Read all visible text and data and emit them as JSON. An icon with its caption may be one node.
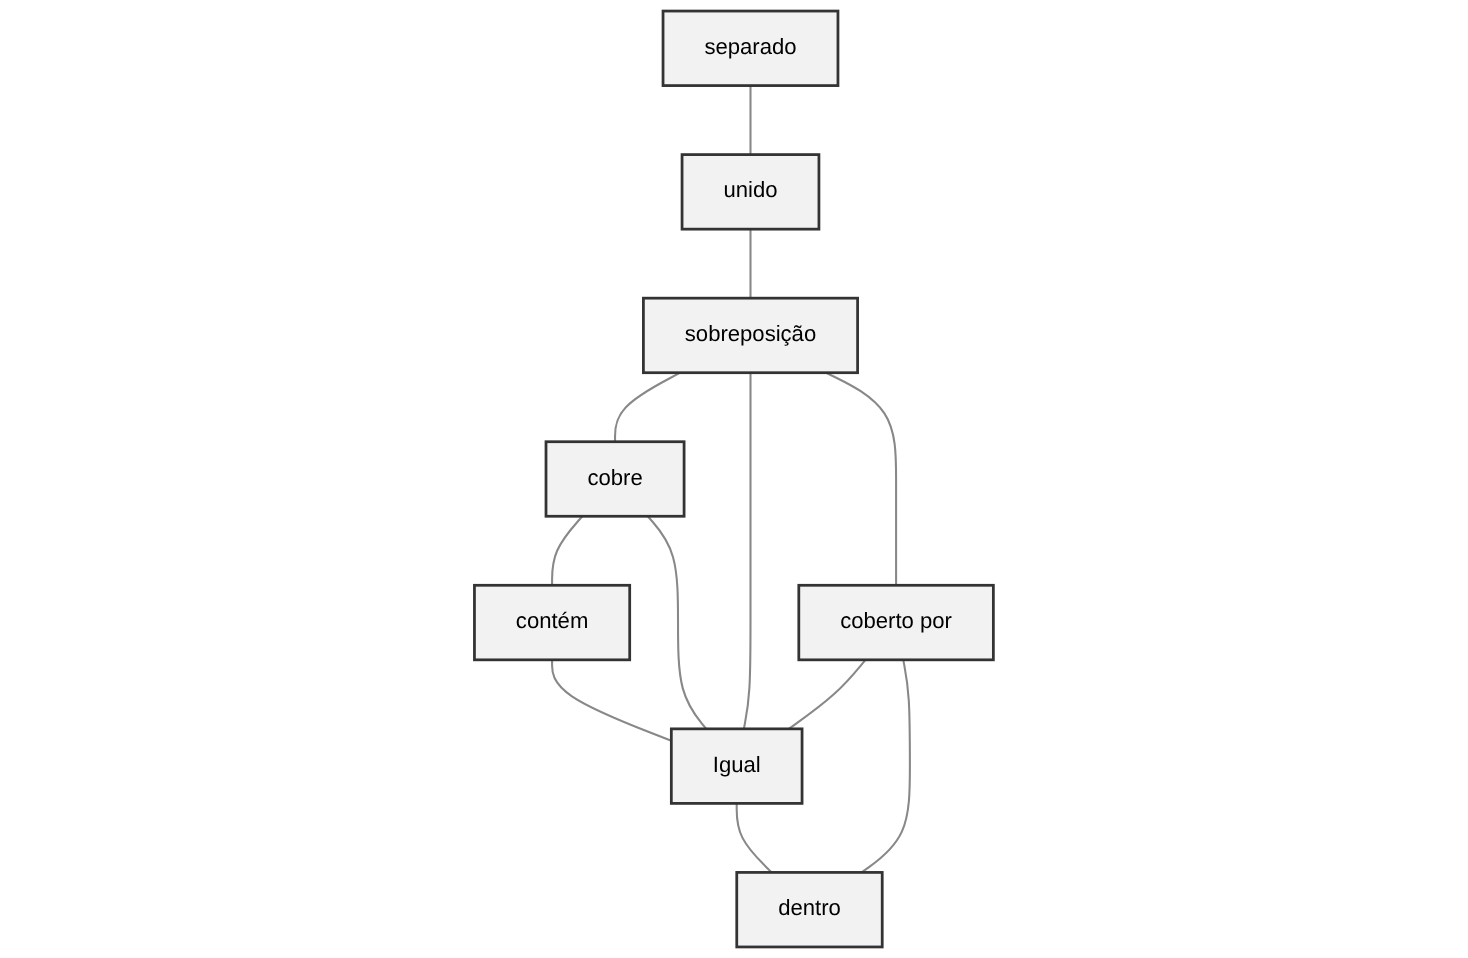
{
  "diagram": {
    "nodes": [
      {
        "text": [
          "separado"
        ]
      },
      {
        "text": [
          "unido"
        ]
      },
      {
        "text": [
          "sobreposição"
        ]
      },
      {
        "text": [
          "cobre"
        ]
      },
      {
        "text": [
          "coberto por"
        ]
      },
      {
        "text": [
          "contém"
        ]
      },
      {
        "text": [
          "Igual"
        ]
      },
      {
        "text": [
          "dentro"
        ]
      }
    ],
    "edges": [
      {
        "from": 0,
        "to": 1,
        "arrow": "none"
      },
      {
        "from": 1,
        "to": 2,
        "arrow": "none"
      },
      {
        "from": 2,
        "to": 3,
        "arrow": "none"
      },
      {
        "from": 2,
        "to": 6,
        "arrow": "none"
      },
      {
        "from": 2,
        "to": 4,
        "arrow": "none"
      },
      {
        "from": 3,
        "to": 5,
        "arrow": "none"
      },
      {
        "from": 3,
        "to": 6,
        "arrow": "none"
      },
      {
        "from": 4,
        "to": 6,
        "arrow": "none"
      },
      {
        "from": 4,
        "to": 7,
        "arrow": "none"
      },
      {
        "from": 5,
        "to": 6,
        "arrow": "none"
      },
      {
        "from": 6,
        "to": 7,
        "arrow": "none"
      }
    ]
  }
}
